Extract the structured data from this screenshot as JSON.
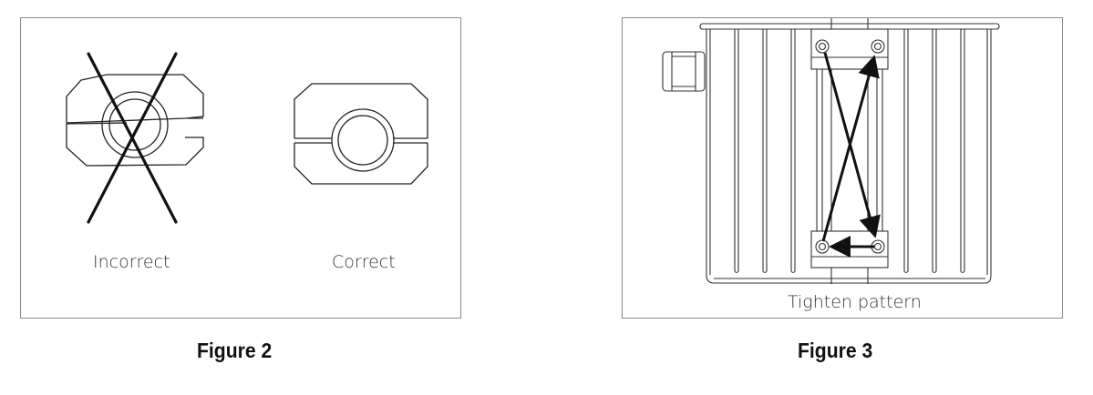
{
  "figures": [
    {
      "caption": "Figure 2",
      "labels": {
        "incorrect": "Incorrect",
        "correct": "Correct"
      }
    },
    {
      "caption": "Figure 3",
      "labels": {
        "pattern": "Tighten pattern"
      }
    }
  ]
}
